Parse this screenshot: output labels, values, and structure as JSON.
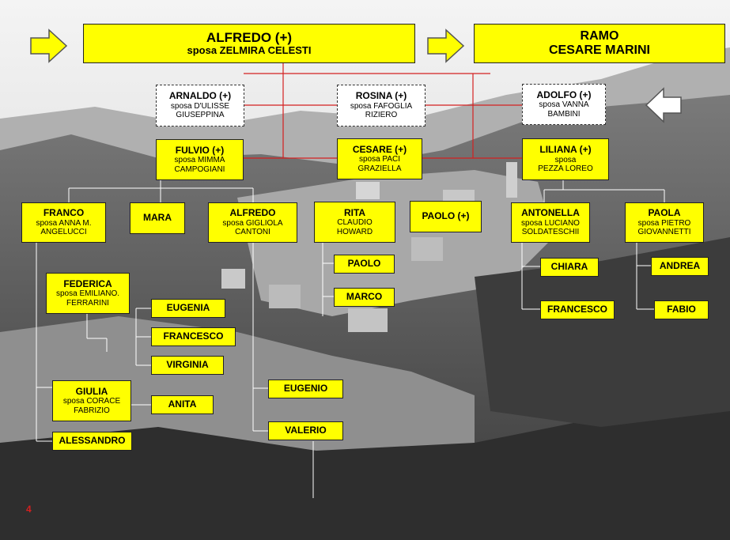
{
  "colors": {
    "box": "#ffff00",
    "line_red": "#d42020",
    "line_white": "#ffffff",
    "sky": "#efefef"
  },
  "nodes": {
    "alfredo_root": {
      "name": "ALFREDO (+)",
      "spouse": "sposa ZELMIRA CELESTI"
    },
    "ramo": {
      "line1": "RAMO",
      "line2": "CESARE MARINI"
    },
    "arnaldo": {
      "name": "ARNALDO (+)",
      "spouse1": "sposa D'ULISSE",
      "spouse2": "GIUSEPPINA"
    },
    "rosina": {
      "name": "ROSINA (+)",
      "spouse1": "sposa FAFOGLIA",
      "spouse2": "RIZIERO"
    },
    "adolfo": {
      "name": "ADOLFO (+)",
      "spouse1": "sposa VANNA",
      "spouse2": "BAMBINI"
    },
    "fulvio": {
      "name": "FULVIO (+)",
      "spouse1": "sposa MIMMA",
      "spouse2": "CAMPOGIANI"
    },
    "cesare": {
      "name": "CESARE (+)",
      "spouse1": "sposa PACI",
      "spouse2": "GRAZIELLA"
    },
    "liliana": {
      "name": "LILIANA (+)",
      "spouse1": "sposa",
      "spouse2": "PEZZA LOREO"
    },
    "franco": {
      "name": "FRANCO",
      "spouse1": "sposa ANNA M.",
      "spouse2": "ANGELUCCI"
    },
    "mara": {
      "name": "MARA"
    },
    "alfredo2": {
      "name": "ALFREDO",
      "spouse1": "sposa GIGLIOLA",
      "spouse2": "CANTONI"
    },
    "rita": {
      "name": "RITA",
      "spouse1": "CLAUDIO",
      "spouse2": "HOWARD"
    },
    "paolo_plus": {
      "name": "PAOLO (+)"
    },
    "antonella": {
      "name": "ANTONELLA",
      "spouse1": "sposa LUCIANO",
      "spouse2": "SOLDATESCHII"
    },
    "paola": {
      "name": "PAOLA",
      "spouse1": "sposa PIETRO",
      "spouse2": "GIOVANNETTI"
    },
    "federica": {
      "name": "FEDERICA",
      "spouse1": "sposa EMILIANO.",
      "spouse2": "FERRARINI"
    },
    "eugenia": {
      "name": "EUGENIA"
    },
    "francesco_f": {
      "name": "FRANCESCO"
    },
    "virginia": {
      "name": "VIRGINIA"
    },
    "giulia": {
      "name": "GIULIA",
      "spouse1": "sposa CORACE",
      "spouse2": "FABRIZIO"
    },
    "anita": {
      "name": "ANITA"
    },
    "alessandro": {
      "name": "ALESSANDRO"
    },
    "paolo": {
      "name": "PAOLO"
    },
    "marco": {
      "name": "MARCO"
    },
    "eugenio": {
      "name": "EUGENIO"
    },
    "valerio": {
      "name": "VALERIO"
    },
    "chiara": {
      "name": "CHIARA"
    },
    "francesco_a": {
      "name": "FRANCESCO"
    },
    "andrea": {
      "name": "ANDREA"
    },
    "fabio": {
      "name": "FABIO"
    }
  },
  "page_number": "4"
}
